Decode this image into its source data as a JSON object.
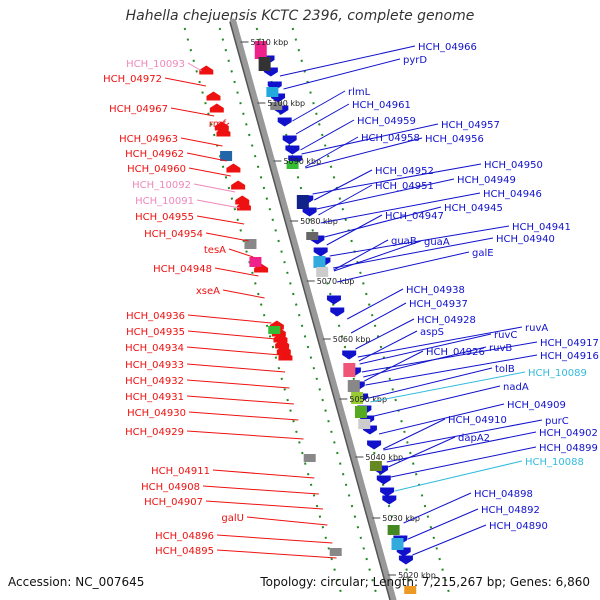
{
  "title": "Hahella chejuensis KCTC 2396, complete genome",
  "footer": {
    "accession": "Accession: NC_007645",
    "topology": "Topology: circular; Length: 7,215,267 bp; Genes: 6,860"
  },
  "colors": {
    "minus_strand": "#ee1111",
    "plus_strand": "#1111cc",
    "pseudo_plus": "#33bbdd",
    "pseudo_minus": "#ee88bb"
  },
  "scale_labels": [
    "5110 kbp",
    "5100 kbp",
    "5090 kbp",
    "5080 kbp",
    "5070 kbp",
    "5060 kbp",
    "5050 kbp",
    "5040 kbp",
    "5030 kbp",
    "5020 kbp"
  ],
  "left_labels": [
    {
      "text": "HCH_10093",
      "type": "pseudo"
    },
    {
      "text": "HCH_04972",
      "type": "gene"
    },
    {
      "text": "HCH_04967",
      "type": "gene"
    },
    {
      "text": "rmf",
      "type": "gene"
    },
    {
      "text": "HCH_04963",
      "type": "gene"
    },
    {
      "text": "HCH_04962",
      "type": "gene"
    },
    {
      "text": "HCH_04960",
      "type": "gene"
    },
    {
      "text": "HCH_10092",
      "type": "pseudo"
    },
    {
      "text": "HCH_10091",
      "type": "pseudo"
    },
    {
      "text": "HCH_04955",
      "type": "gene"
    },
    {
      "text": "HCH_04954",
      "type": "gene"
    },
    {
      "text": "tesA",
      "type": "gene"
    },
    {
      "text": "HCH_04948",
      "type": "gene"
    },
    {
      "text": "xseA",
      "type": "gene"
    },
    {
      "text": "HCH_04936",
      "type": "gene"
    },
    {
      "text": "HCH_04935",
      "type": "gene"
    },
    {
      "text": "HCH_04934",
      "type": "gene"
    },
    {
      "text": "HCH_04933",
      "type": "gene"
    },
    {
      "text": "HCH_04932",
      "type": "gene"
    },
    {
      "text": "HCH_04931",
      "type": "gene"
    },
    {
      "text": "HCH_04930",
      "type": "gene"
    },
    {
      "text": "HCH_04929",
      "type": "gene"
    },
    {
      "text": "HCH_04911",
      "type": "gene"
    },
    {
      "text": "HCH_04908",
      "type": "gene"
    },
    {
      "text": "HCH_04907",
      "type": "gene"
    },
    {
      "text": "galU",
      "type": "gene"
    },
    {
      "text": "HCH_04896",
      "type": "gene"
    },
    {
      "text": "HCH_04895",
      "type": "gene"
    }
  ],
  "right_labels": [
    {
      "text": "HCH_04966",
      "type": "gene"
    },
    {
      "text": "pyrD",
      "type": "gene"
    },
    {
      "text": "rlmL",
      "type": "gene"
    },
    {
      "text": "HCH_04961",
      "type": "gene"
    },
    {
      "text": "HCH_04959",
      "type": "gene"
    },
    {
      "text": "HCH_04957",
      "type": "gene"
    },
    {
      "text": "HCH_04958",
      "type": "gene"
    },
    {
      "text": "HCH_04956",
      "type": "gene"
    },
    {
      "text": "HCH_04950",
      "type": "gene"
    },
    {
      "text": "HCH_04952",
      "type": "gene"
    },
    {
      "text": "HCH_04949",
      "type": "gene"
    },
    {
      "text": "HCH_04951",
      "type": "gene"
    },
    {
      "text": "HCH_04946",
      "type": "gene"
    },
    {
      "text": "HCH_04945",
      "type": "gene"
    },
    {
      "text": "HCH_04947",
      "type": "gene"
    },
    {
      "text": "HCH_04941",
      "type": "gene"
    },
    {
      "text": "HCH_04940",
      "type": "gene"
    },
    {
      "text": "guaB",
      "type": "gene"
    },
    {
      "text": "guaA",
      "type": "gene"
    },
    {
      "text": "galE",
      "type": "gene"
    },
    {
      "text": "HCH_04938",
      "type": "gene"
    },
    {
      "text": "HCH_04937",
      "type": "gene"
    },
    {
      "text": "HCH_04928",
      "type": "gene"
    },
    {
      "text": "aspS",
      "type": "gene"
    },
    {
      "text": "ruvA",
      "type": "gene"
    },
    {
      "text": "ruvC",
      "type": "gene"
    },
    {
      "text": "HCH_04917",
      "type": "gene"
    },
    {
      "text": "ruvB",
      "type": "gene"
    },
    {
      "text": "HCH_04926",
      "type": "gene"
    },
    {
      "text": "HCH_04916",
      "type": "gene"
    },
    {
      "text": "tolB",
      "type": "gene"
    },
    {
      "text": "HCH_10089",
      "type": "pseudo"
    },
    {
      "text": "nadA",
      "type": "gene"
    },
    {
      "text": "HCH_04909",
      "type": "gene"
    },
    {
      "text": "HCH_04910",
      "type": "gene"
    },
    {
      "text": "purC",
      "type": "gene"
    },
    {
      "text": "dapA2",
      "type": "gene"
    },
    {
      "text": "HCH_04902",
      "type": "gene"
    },
    {
      "text": "HCH_04899",
      "type": "gene"
    },
    {
      "text": "HCH_10088",
      "type": "pseudo"
    },
    {
      "text": "HCH_04898",
      "type": "gene"
    },
    {
      "text": "HCH_04892",
      "type": "gene"
    },
    {
      "text": "HCH_04890",
      "type": "gene"
    }
  ]
}
